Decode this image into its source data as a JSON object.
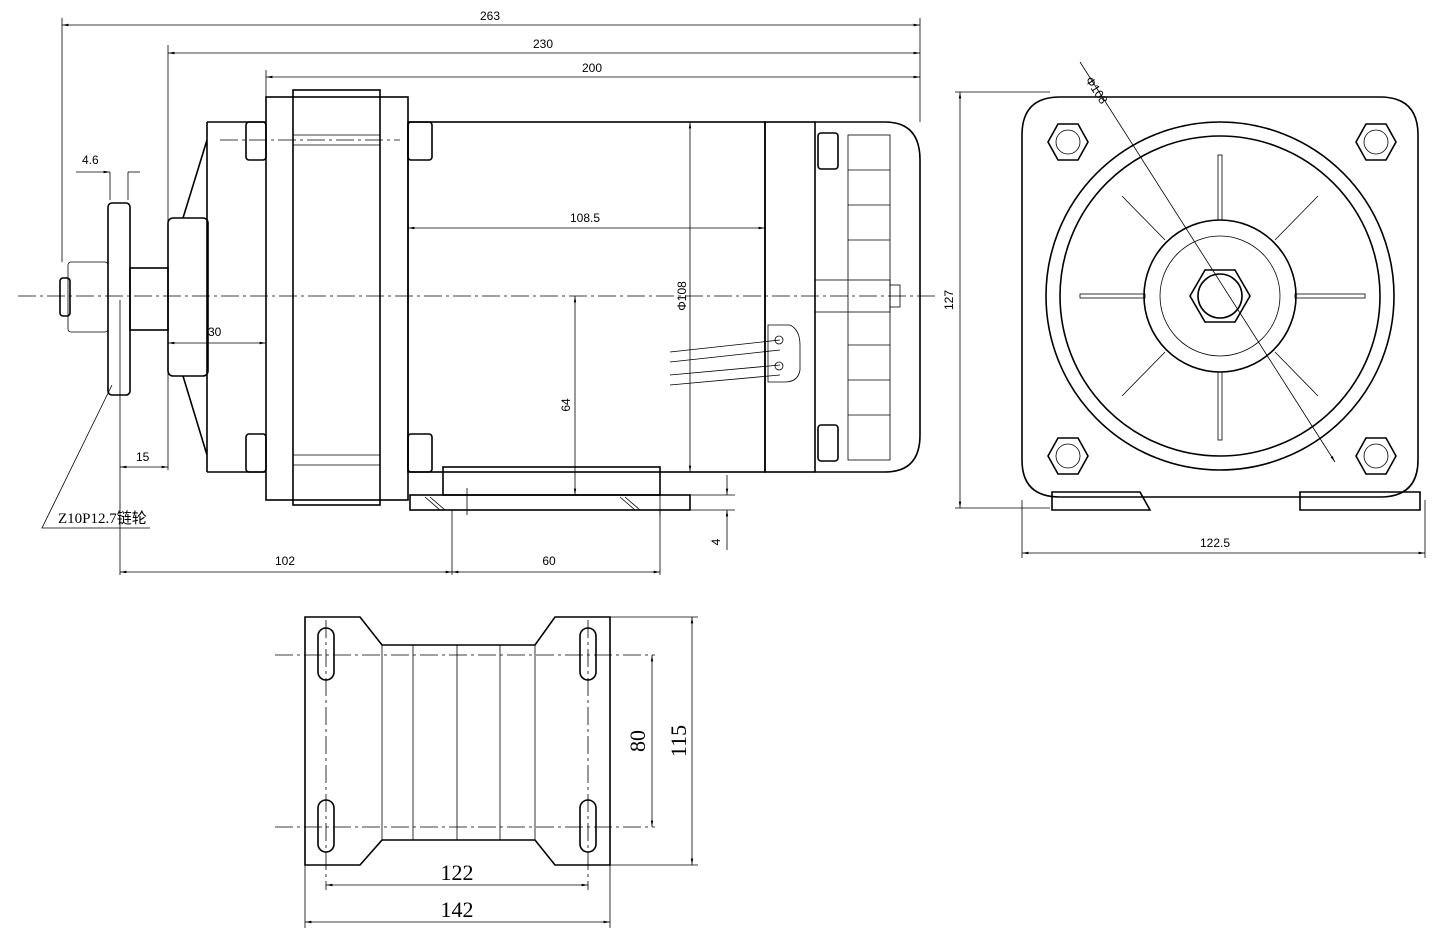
{
  "drawing": {
    "side_view": {
      "dim_overall": "263",
      "dim_230": "230",
      "dim_200": "200",
      "dim_sprocket_width": "4.6",
      "dim_motor_length": "108.5",
      "dim_motor_dia": "Φ108",
      "dim_hub": "30",
      "dim_center_height": "64",
      "dim_shaft_offset": "15",
      "sprocket_label": "Z10P12.7链轮",
      "dim_102": "102",
      "dim_60": "60",
      "dim_base_thk": "4"
    },
    "end_view": {
      "dim_dia": "Φ108",
      "dim_height": "127",
      "dim_width": "122.5"
    },
    "base_plate_view": {
      "dim_hole_pitch_y": "80",
      "dim_plate_depth": "115",
      "dim_hole_pitch_x": "122",
      "dim_plate_width": "142"
    }
  }
}
